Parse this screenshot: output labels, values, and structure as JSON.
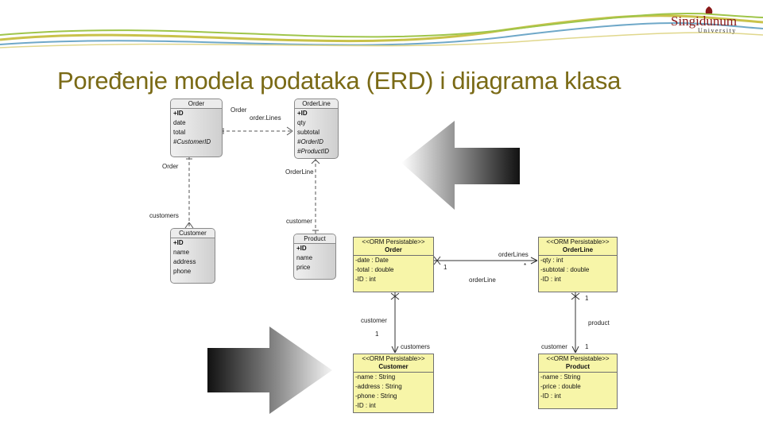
{
  "header": {
    "logo_name": "Singidunum",
    "logo_sub": "University",
    "title": "Poređenje modela podataka (ERD) i dijagrama klasa"
  },
  "colors": {
    "title": "#7a6a16",
    "uml_fill": "#f7f5a8",
    "erd_fill": "#d8d8d8"
  },
  "erd": {
    "entities": [
      {
        "name": "Order",
        "attributes": [
          {
            "text": "+ID",
            "kind": "pk"
          },
          {
            "text": "date",
            "kind": "attr"
          },
          {
            "text": "total",
            "kind": "attr"
          },
          {
            "text": "#CustomerID",
            "kind": "fk"
          }
        ]
      },
      {
        "name": "OrderLine",
        "attributes": [
          {
            "text": "+ID",
            "kind": "pk"
          },
          {
            "text": "qty",
            "kind": "attr"
          },
          {
            "text": "subtotal",
            "kind": "attr"
          },
          {
            "text": "#OrderID",
            "kind": "fk"
          },
          {
            "text": "#ProductID",
            "kind": "fk"
          }
        ]
      },
      {
        "name": "Customer",
        "attributes": [
          {
            "text": "+ID",
            "kind": "pk"
          },
          {
            "text": "name",
            "kind": "attr"
          },
          {
            "text": "address",
            "kind": "attr"
          },
          {
            "text": "phone",
            "kind": "attr"
          }
        ]
      },
      {
        "name": "Product",
        "attributes": [
          {
            "text": "+ID",
            "kind": "pk"
          },
          {
            "text": "name",
            "kind": "attr"
          },
          {
            "text": "price",
            "kind": "attr"
          }
        ]
      }
    ],
    "labels": {
      "order_top": "Order",
      "order_lines": "order.Lines",
      "order_left": "Order",
      "customers": "customers",
      "order_line": "OrderLine",
      "customer": "customer"
    }
  },
  "uml": {
    "classes": [
      {
        "stereotype": "<<ORM Persistable>>",
        "name": "Order",
        "attributes": [
          "-date : Date",
          "-total : double",
          "-ID : int"
        ]
      },
      {
        "stereotype": "<<ORM Persistable>>",
        "name": "OrderLine",
        "attributes": [
          "-qty : int",
          "-subtotal : double",
          "-ID : int"
        ]
      },
      {
        "stereotype": "<<ORM Persistable>>",
        "name": "Customer",
        "attributes": [
          "-name : String",
          "-address : String",
          "-phone : String",
          "-ID : int"
        ]
      },
      {
        "stereotype": "<<ORM Persistable>>",
        "name": "Product",
        "attributes": [
          "-name : String",
          "-price : double",
          "-ID : int"
        ]
      }
    ],
    "labels": {
      "order_lines": "orderLines",
      "one_a": "1",
      "star": "*",
      "order_line": "orderLine",
      "customer": "customer",
      "one_b": "1",
      "customers": "customers",
      "one_c": "1",
      "product": "product",
      "customer2": "customer",
      "one_d": "1"
    }
  }
}
